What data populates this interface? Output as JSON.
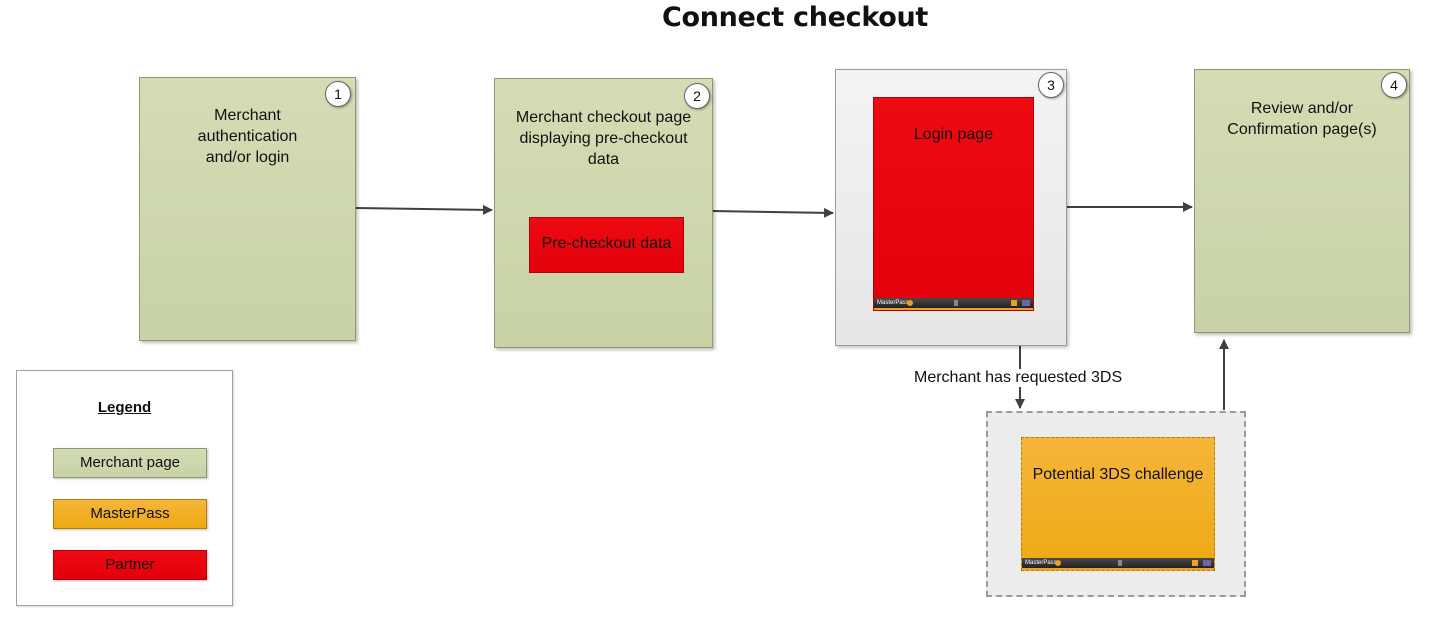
{
  "diagram": {
    "title": "Connect checkout",
    "steps": [
      {
        "number": "1",
        "label": "Merchant authentication and/or login"
      },
      {
        "number": "2",
        "label": "Merchant checkout page displaying pre-checkout data",
        "inner_label": "Pre-checkout data"
      },
      {
        "number": "3",
        "label": "Login page",
        "footer_text": "MasterPass"
      },
      {
        "number": "4",
        "label": "Review and/or Confirmation page(s)"
      }
    ],
    "branch": {
      "condition": "Merchant has requested 3DS",
      "label": "Potential 3DS challenge",
      "footer_text": "MasterPass"
    },
    "legend": {
      "title": "Legend",
      "items": [
        {
          "label": "Merchant page",
          "color": "#cdd6ad"
        },
        {
          "label": "MasterPass",
          "color": "#f2b01f"
        },
        {
          "label": "Partner",
          "color": "#ec0810"
        }
      ]
    },
    "colors": {
      "merchant": "#cdd6ad",
      "masterpass": "#f2b01f",
      "partner": "#ec0810",
      "arrow": "#404040"
    }
  }
}
